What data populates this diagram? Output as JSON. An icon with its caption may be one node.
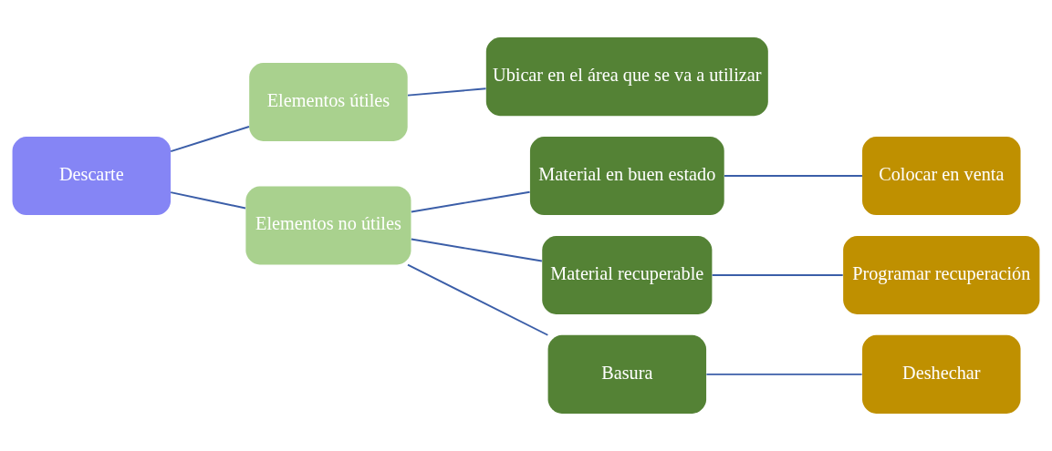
{
  "diagram": {
    "nodes": [
      {
        "text": [
          "Descarte"
        ]
      },
      {
        "text": [
          "Elementos útiles"
        ]
      },
      {
        "text": [
          "Ubicar en el área que se va a utilizar"
        ]
      },
      {
        "text": [
          "Elementos no útiles"
        ]
      },
      {
        "text": [
          "Material en buen estado"
        ]
      },
      {
        "text": [
          "Colocar en venta"
        ]
      },
      {
        "text": [
          "Material recuperable"
        ]
      },
      {
        "text": [
          "Programar recuperación"
        ]
      },
      {
        "text": [
          "Basura"
        ]
      },
      {
        "text": [
          "Deshechar"
        ]
      }
    ],
    "edges": [
      {
        "from": 0,
        "to": 1,
        "arrow": "none"
      },
      {
        "from": 0,
        "to": 3,
        "arrow": "none"
      },
      {
        "from": 1,
        "to": 2,
        "arrow": "none"
      },
      {
        "from": 3,
        "to": 4,
        "arrow": "none"
      },
      {
        "from": 3,
        "to": 6,
        "arrow": "none"
      },
      {
        "from": 3,
        "to": 8,
        "arrow": "none"
      },
      {
        "from": 4,
        "to": 5,
        "arrow": "none"
      },
      {
        "from": 6,
        "to": 7,
        "arrow": "none"
      },
      {
        "from": 8,
        "to": 9,
        "arrow": "none"
      }
    ]
  }
}
